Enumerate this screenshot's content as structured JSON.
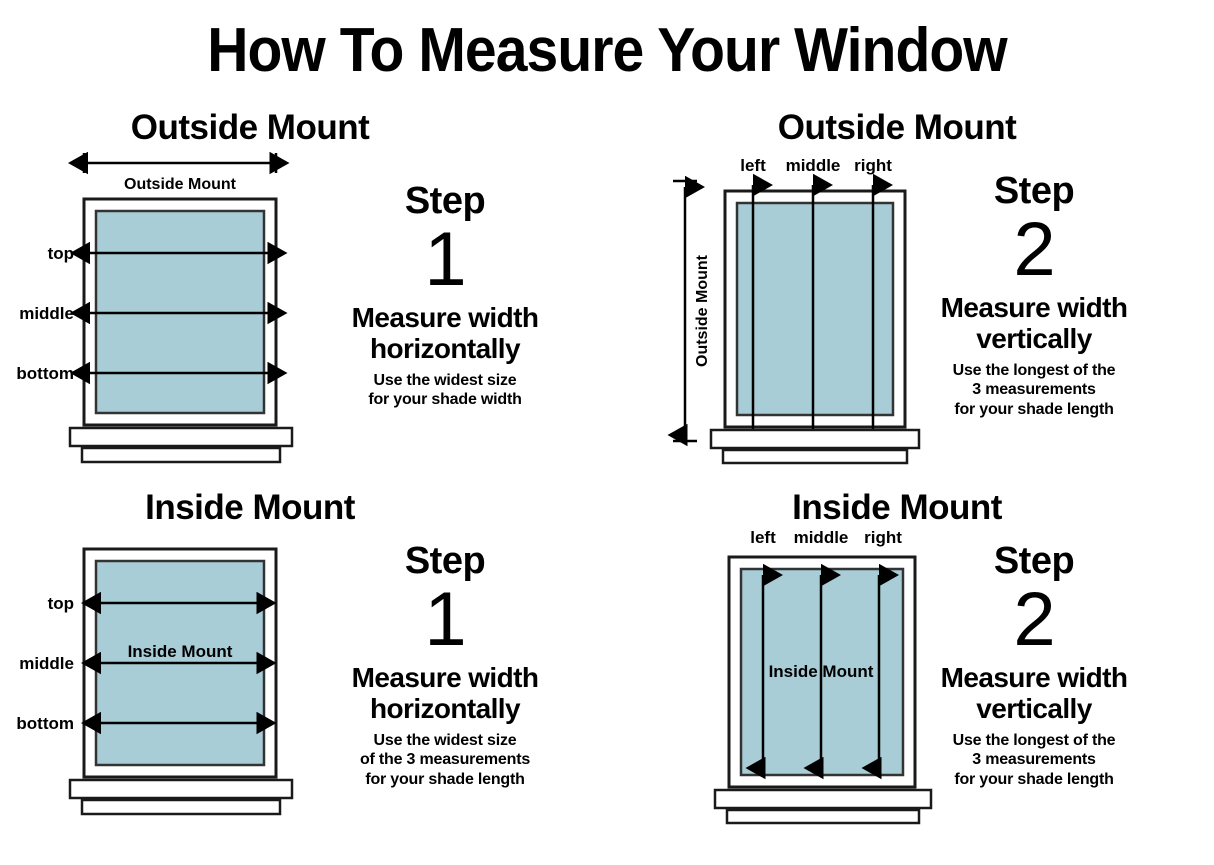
{
  "title": "How To Measure Your Window",
  "colors": {
    "glass": "#a8cdd7",
    "glass_stroke": "#333333",
    "frame": "#ffffff",
    "frame_stroke": "#1a1a1a",
    "ink": "#000000",
    "background": "#ffffff"
  },
  "panels": [
    {
      "id": "outside-mount-step-1",
      "heading": "Outside Mount",
      "mount_type": "outside",
      "orientation": "horizontal",
      "dimension_label": "Outside Mount",
      "measure_labels": [
        "top",
        "middle",
        "bottom"
      ],
      "step": {
        "word": "Step",
        "number": "1",
        "action_line_1": "Measure width",
        "action_line_2": "horizontally",
        "note_lines": [
          "Use the widest size",
          "for your shade width"
        ]
      }
    },
    {
      "id": "outside-mount-step-2",
      "heading": "Outside Mount",
      "mount_type": "outside",
      "orientation": "vertical",
      "dimension_label": "Outside Mount",
      "measure_labels": [
        "left",
        "middle",
        "right"
      ],
      "step": {
        "word": "Step",
        "number": "2",
        "action_line_1": "Measure width",
        "action_line_2": "vertically",
        "note_lines": [
          "Use the longest of the",
          "3 measurements",
          "for your shade length"
        ]
      }
    },
    {
      "id": "inside-mount-step-1",
      "heading": "Inside Mount",
      "mount_type": "inside",
      "orientation": "horizontal",
      "dimension_label": "Inside Mount",
      "measure_labels": [
        "top",
        "middle",
        "bottom"
      ],
      "step": {
        "word": "Step",
        "number": "1",
        "action_line_1": "Measure width",
        "action_line_2": "horizontally",
        "note_lines": [
          "Use the widest size",
          "of the 3 measurements",
          "for your shade length"
        ]
      }
    },
    {
      "id": "inside-mount-step-2",
      "heading": "Inside Mount",
      "mount_type": "inside",
      "orientation": "vertical",
      "dimension_label": "Inside Mount",
      "measure_labels": [
        "left",
        "middle",
        "right"
      ],
      "step": {
        "word": "Step",
        "number": "2",
        "action_line_1": "Measure width",
        "action_line_2": "vertically",
        "note_lines": [
          "Use the longest of the",
          "3 measurements",
          "for your shade length"
        ]
      }
    }
  ]
}
